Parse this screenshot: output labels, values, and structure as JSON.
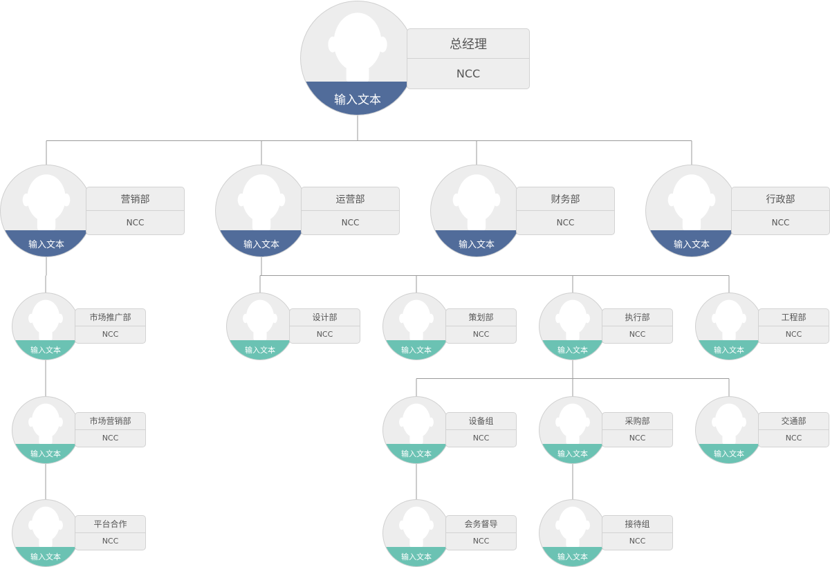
{
  "colors": {
    "top_band": "#516c9a",
    "mid_band": "#516c9a",
    "leaf_band": "#6bc2b3",
    "line": "#9a9a9a"
  },
  "nodes": [
    {
      "id": "root",
      "label": "输入文本",
      "title": "总经理",
      "sub": "NCC"
    },
    {
      "id": "marketing",
      "label": "输入文本",
      "title": "营销部",
      "sub": "NCC"
    },
    {
      "id": "operations",
      "label": "输入文本",
      "title": "运营部",
      "sub": "NCC"
    },
    {
      "id": "finance",
      "label": "输入文本",
      "title": "财务部",
      "sub": "NCC"
    },
    {
      "id": "admin",
      "label": "输入文本",
      "title": "行政部",
      "sub": "NCC"
    },
    {
      "id": "market-promo",
      "label": "输入文本",
      "title": "市场推广部",
      "sub": "NCC"
    },
    {
      "id": "market-sales",
      "label": "输入文本",
      "title": "市场营销部",
      "sub": "NCC"
    },
    {
      "id": "platform",
      "label": "输入文本",
      "title": "平台合作",
      "sub": "NCC"
    },
    {
      "id": "design",
      "label": "输入文本",
      "title": "设计部",
      "sub": "NCC"
    },
    {
      "id": "planning",
      "label": "输入文本",
      "title": "策划部",
      "sub": "NCC"
    },
    {
      "id": "execution",
      "label": "输入文本",
      "title": "执行部",
      "sub": "NCC"
    },
    {
      "id": "engineering",
      "label": "输入文本",
      "title": "工程部",
      "sub": "NCC"
    },
    {
      "id": "equipment",
      "label": "输入文本",
      "title": "设备组",
      "sub": "NCC"
    },
    {
      "id": "procurement",
      "label": "输入文本",
      "title": "采购部",
      "sub": "NCC"
    },
    {
      "id": "transport",
      "label": "输入文本",
      "title": "交通部",
      "sub": "NCC"
    },
    {
      "id": "conference",
      "label": "输入文本",
      "title": "会务督导",
      "sub": "NCC"
    },
    {
      "id": "reception",
      "label": "输入文本",
      "title": "接待组",
      "sub": "NCC"
    }
  ],
  "edges": [
    [
      "root",
      "marketing"
    ],
    [
      "root",
      "operations"
    ],
    [
      "root",
      "finance"
    ],
    [
      "root",
      "admin"
    ],
    [
      "marketing",
      "market-promo"
    ],
    [
      "market-promo",
      "market-sales"
    ],
    [
      "market-sales",
      "platform"
    ],
    [
      "operations",
      "design"
    ],
    [
      "operations",
      "planning"
    ],
    [
      "operations",
      "execution"
    ],
    [
      "operations",
      "engineering"
    ],
    [
      "execution",
      "equipment"
    ],
    [
      "execution",
      "procurement"
    ],
    [
      "execution",
      "transport"
    ],
    [
      "equipment",
      "conference"
    ],
    [
      "procurement",
      "reception"
    ]
  ]
}
